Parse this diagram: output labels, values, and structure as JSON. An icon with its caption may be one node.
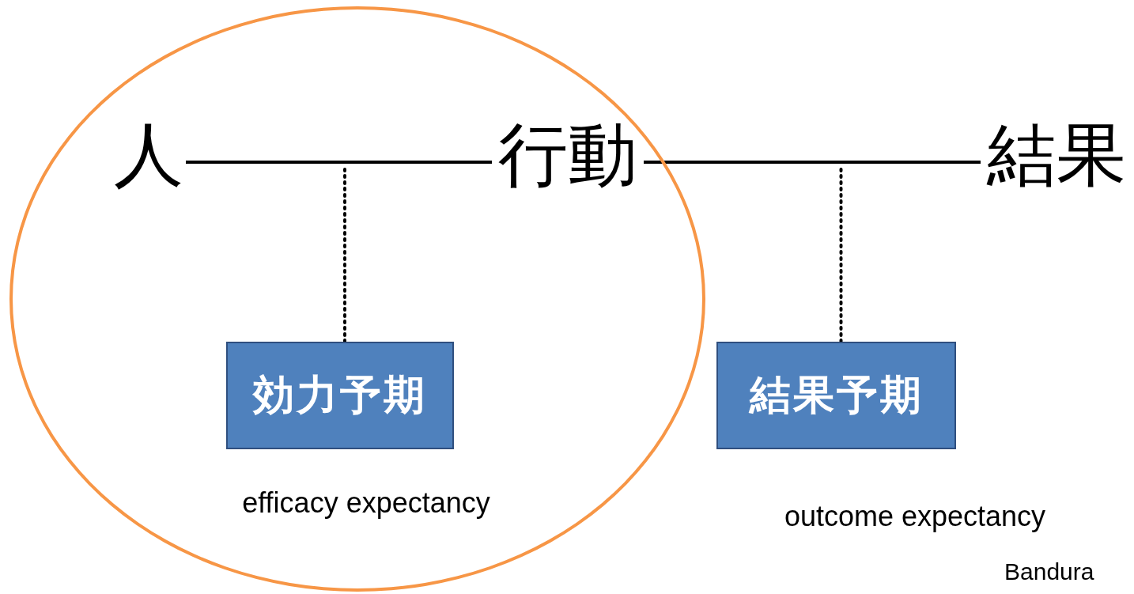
{
  "diagram": {
    "nodes": [
      {
        "text": [],
        "shape": "ellipse"
      },
      {
        "text": [
          "人"
        ],
        "in": 0
      },
      {
        "text": [
          "行動"
        ],
        "in": 0
      },
      {
        "text": [
          "効力予期"
        ],
        "in": 0,
        "beside": [
          "efficacy expectancy"
        ]
      },
      {
        "text": [
          "結果"
        ]
      },
      {
        "text": [
          "結果予期"
        ],
        "beside": [
          "outcome expectancy"
        ]
      }
    ],
    "edges": [
      {
        "from": 1,
        "to": 2,
        "arrow": "none"
      },
      {
        "from": 2,
        "to": 4,
        "arrow": "none"
      },
      {
        "from": null,
        "to": 3,
        "arrow": "none",
        "style": "dashed"
      },
      {
        "from": null,
        "to": 5,
        "arrow": "none",
        "style": "dashed"
      }
    ],
    "labels": [
      "Bandura"
    ]
  }
}
